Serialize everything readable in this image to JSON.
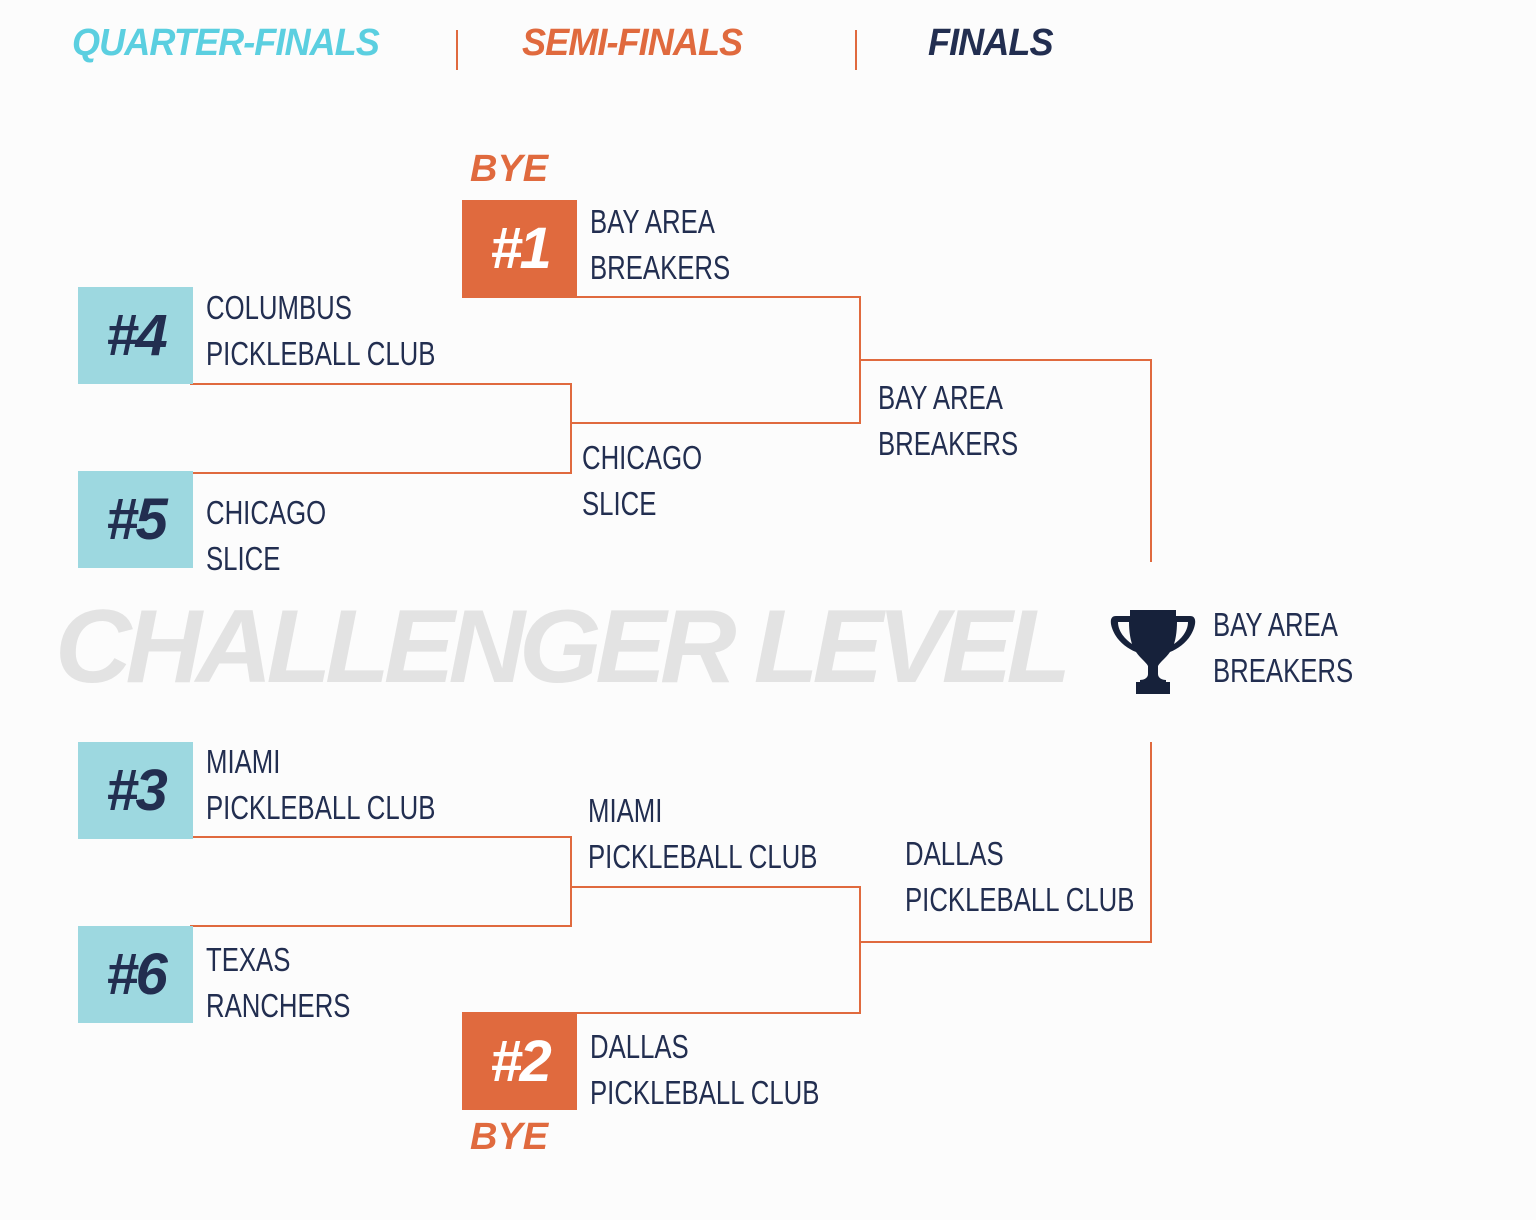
{
  "headers": {
    "quarter": "QUARTER-FINALS",
    "semi": "SEMI-FINALS",
    "finals": "FINALS"
  },
  "watermark": "CHALLENGER LEVEL",
  "colors": {
    "cyan": "#5bcfe0",
    "orange": "#e06a3e",
    "navy": "#222e50",
    "seed_box": "#9dd8e0",
    "watermark": "#e3e3e3"
  },
  "bye_label": "BYE",
  "quarterfinals": [
    {
      "seed": "#4",
      "line1": "COLUMBUS",
      "line2": "PICKLEBALL CLUB"
    },
    {
      "seed": "#5",
      "line1": "CHICAGO",
      "line2": "SLICE"
    },
    {
      "seed": "#3",
      "line1": "MIAMI",
      "line2": "PICKLEBALL CLUB"
    },
    {
      "seed": "#6",
      "line1": "TEXAS",
      "line2": "RANCHERS"
    }
  ],
  "byes": [
    {
      "seed": "#1",
      "line1": "BAY AREA",
      "line2": "BREAKERS"
    },
    {
      "seed": "#2",
      "line1": "DALLAS",
      "line2": "PICKLEBALL CLUB"
    }
  ],
  "qf_winners": [
    {
      "line1": "CHICAGO",
      "line2": "SLICE"
    },
    {
      "line1": "MIAMI",
      "line2": "PICKLEBALL CLUB"
    }
  ],
  "sf_winners": [
    {
      "line1": "BAY AREA",
      "line2": "BREAKERS"
    },
    {
      "line1": "DALLAS",
      "line2": "PICKLEBALL CLUB"
    }
  ],
  "champion": {
    "line1": "BAY AREA",
    "line2": "BREAKERS",
    "icon": "trophy-icon"
  }
}
